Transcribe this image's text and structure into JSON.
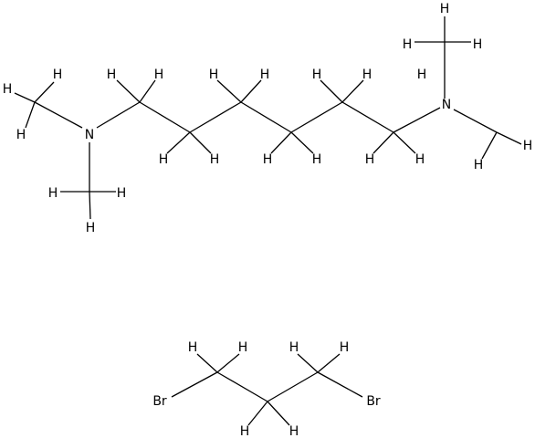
{
  "molecules": [
    {
      "id": "tetramethylhexanediamine",
      "atoms": [
        {
          "label": "H"
        },
        {
          "label": "H"
        },
        {
          "label": "H"
        },
        {
          "label": "N"
        },
        {
          "label": "H"
        },
        {
          "label": "H"
        },
        {
          "label": "H"
        },
        {
          "label": "H"
        },
        {
          "label": "H"
        },
        {
          "label": "H"
        },
        {
          "label": "H"
        },
        {
          "label": "H"
        },
        {
          "label": "H"
        },
        {
          "label": "H"
        },
        {
          "label": "H"
        },
        {
          "label": "H"
        },
        {
          "label": "H"
        },
        {
          "label": "H"
        },
        {
          "label": "H"
        },
        {
          "label": "H"
        },
        {
          "label": "N"
        },
        {
          "label": "H"
        },
        {
          "label": "H"
        },
        {
          "label": "H"
        },
        {
          "label": "H"
        },
        {
          "label": "H"
        },
        {
          "label": "H"
        }
      ]
    },
    {
      "id": "dibromopropane",
      "atoms": [
        {
          "label": "Br"
        },
        {
          "label": "H"
        },
        {
          "label": "H"
        },
        {
          "label": "H"
        },
        {
          "label": "H"
        },
        {
          "label": "H"
        },
        {
          "label": "H"
        },
        {
          "label": "Br"
        }
      ]
    }
  ]
}
